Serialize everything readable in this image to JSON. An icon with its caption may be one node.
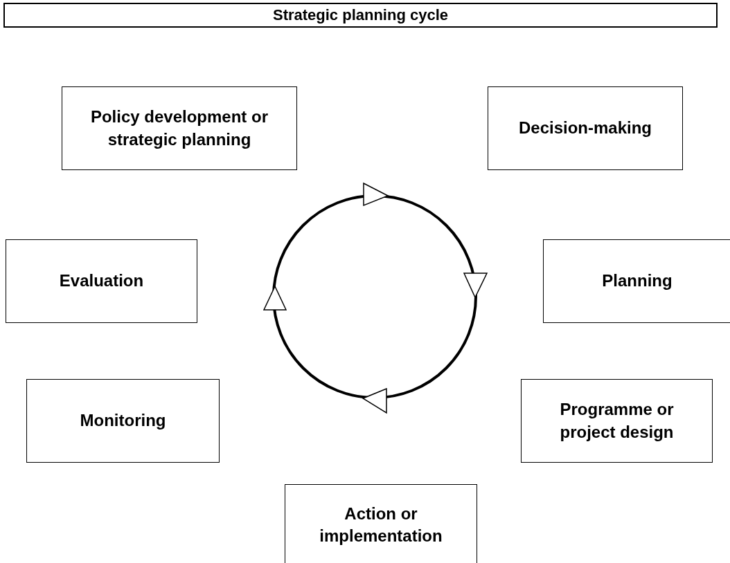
{
  "diagram": {
    "title": "Strategic planning cycle",
    "nodes": [
      {
        "text": [
          "Policy development or strategic planning"
        ]
      },
      {
        "text": [
          "Decision-making"
        ]
      },
      {
        "text": [
          "Planning"
        ]
      },
      {
        "text": [
          "Programme or project design"
        ]
      },
      {
        "text": [
          "Action or implementation"
        ]
      },
      {
        "text": [
          "Monitoring"
        ]
      },
      {
        "text": [
          "Evaluation"
        ]
      }
    ]
  }
}
